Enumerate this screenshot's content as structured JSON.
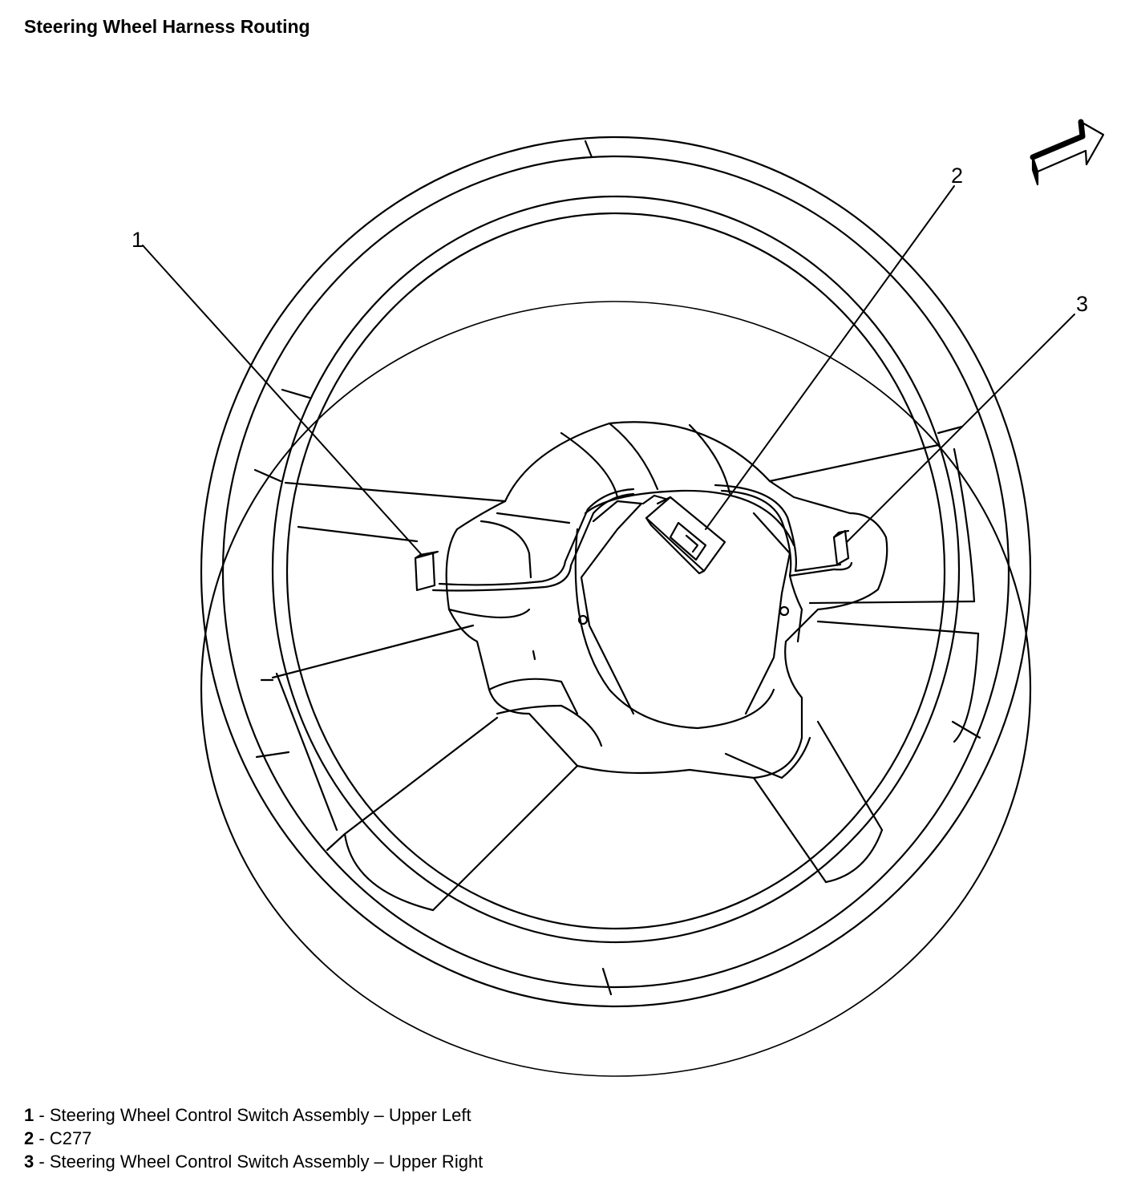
{
  "title": "Steering Wheel Harness Routing",
  "callouts": [
    {
      "number": "1",
      "text": "Steering Wheel Control Switch Assembly – Upper Left"
    },
    {
      "number": "2",
      "text": "C277"
    },
    {
      "number": "3",
      "text": "Steering Wheel Control Switch Assembly – Upper Right"
    }
  ],
  "icons": {
    "view_direction": "arrow-icon"
  },
  "colors": {
    "line": "#000000",
    "background": "#ffffff"
  }
}
